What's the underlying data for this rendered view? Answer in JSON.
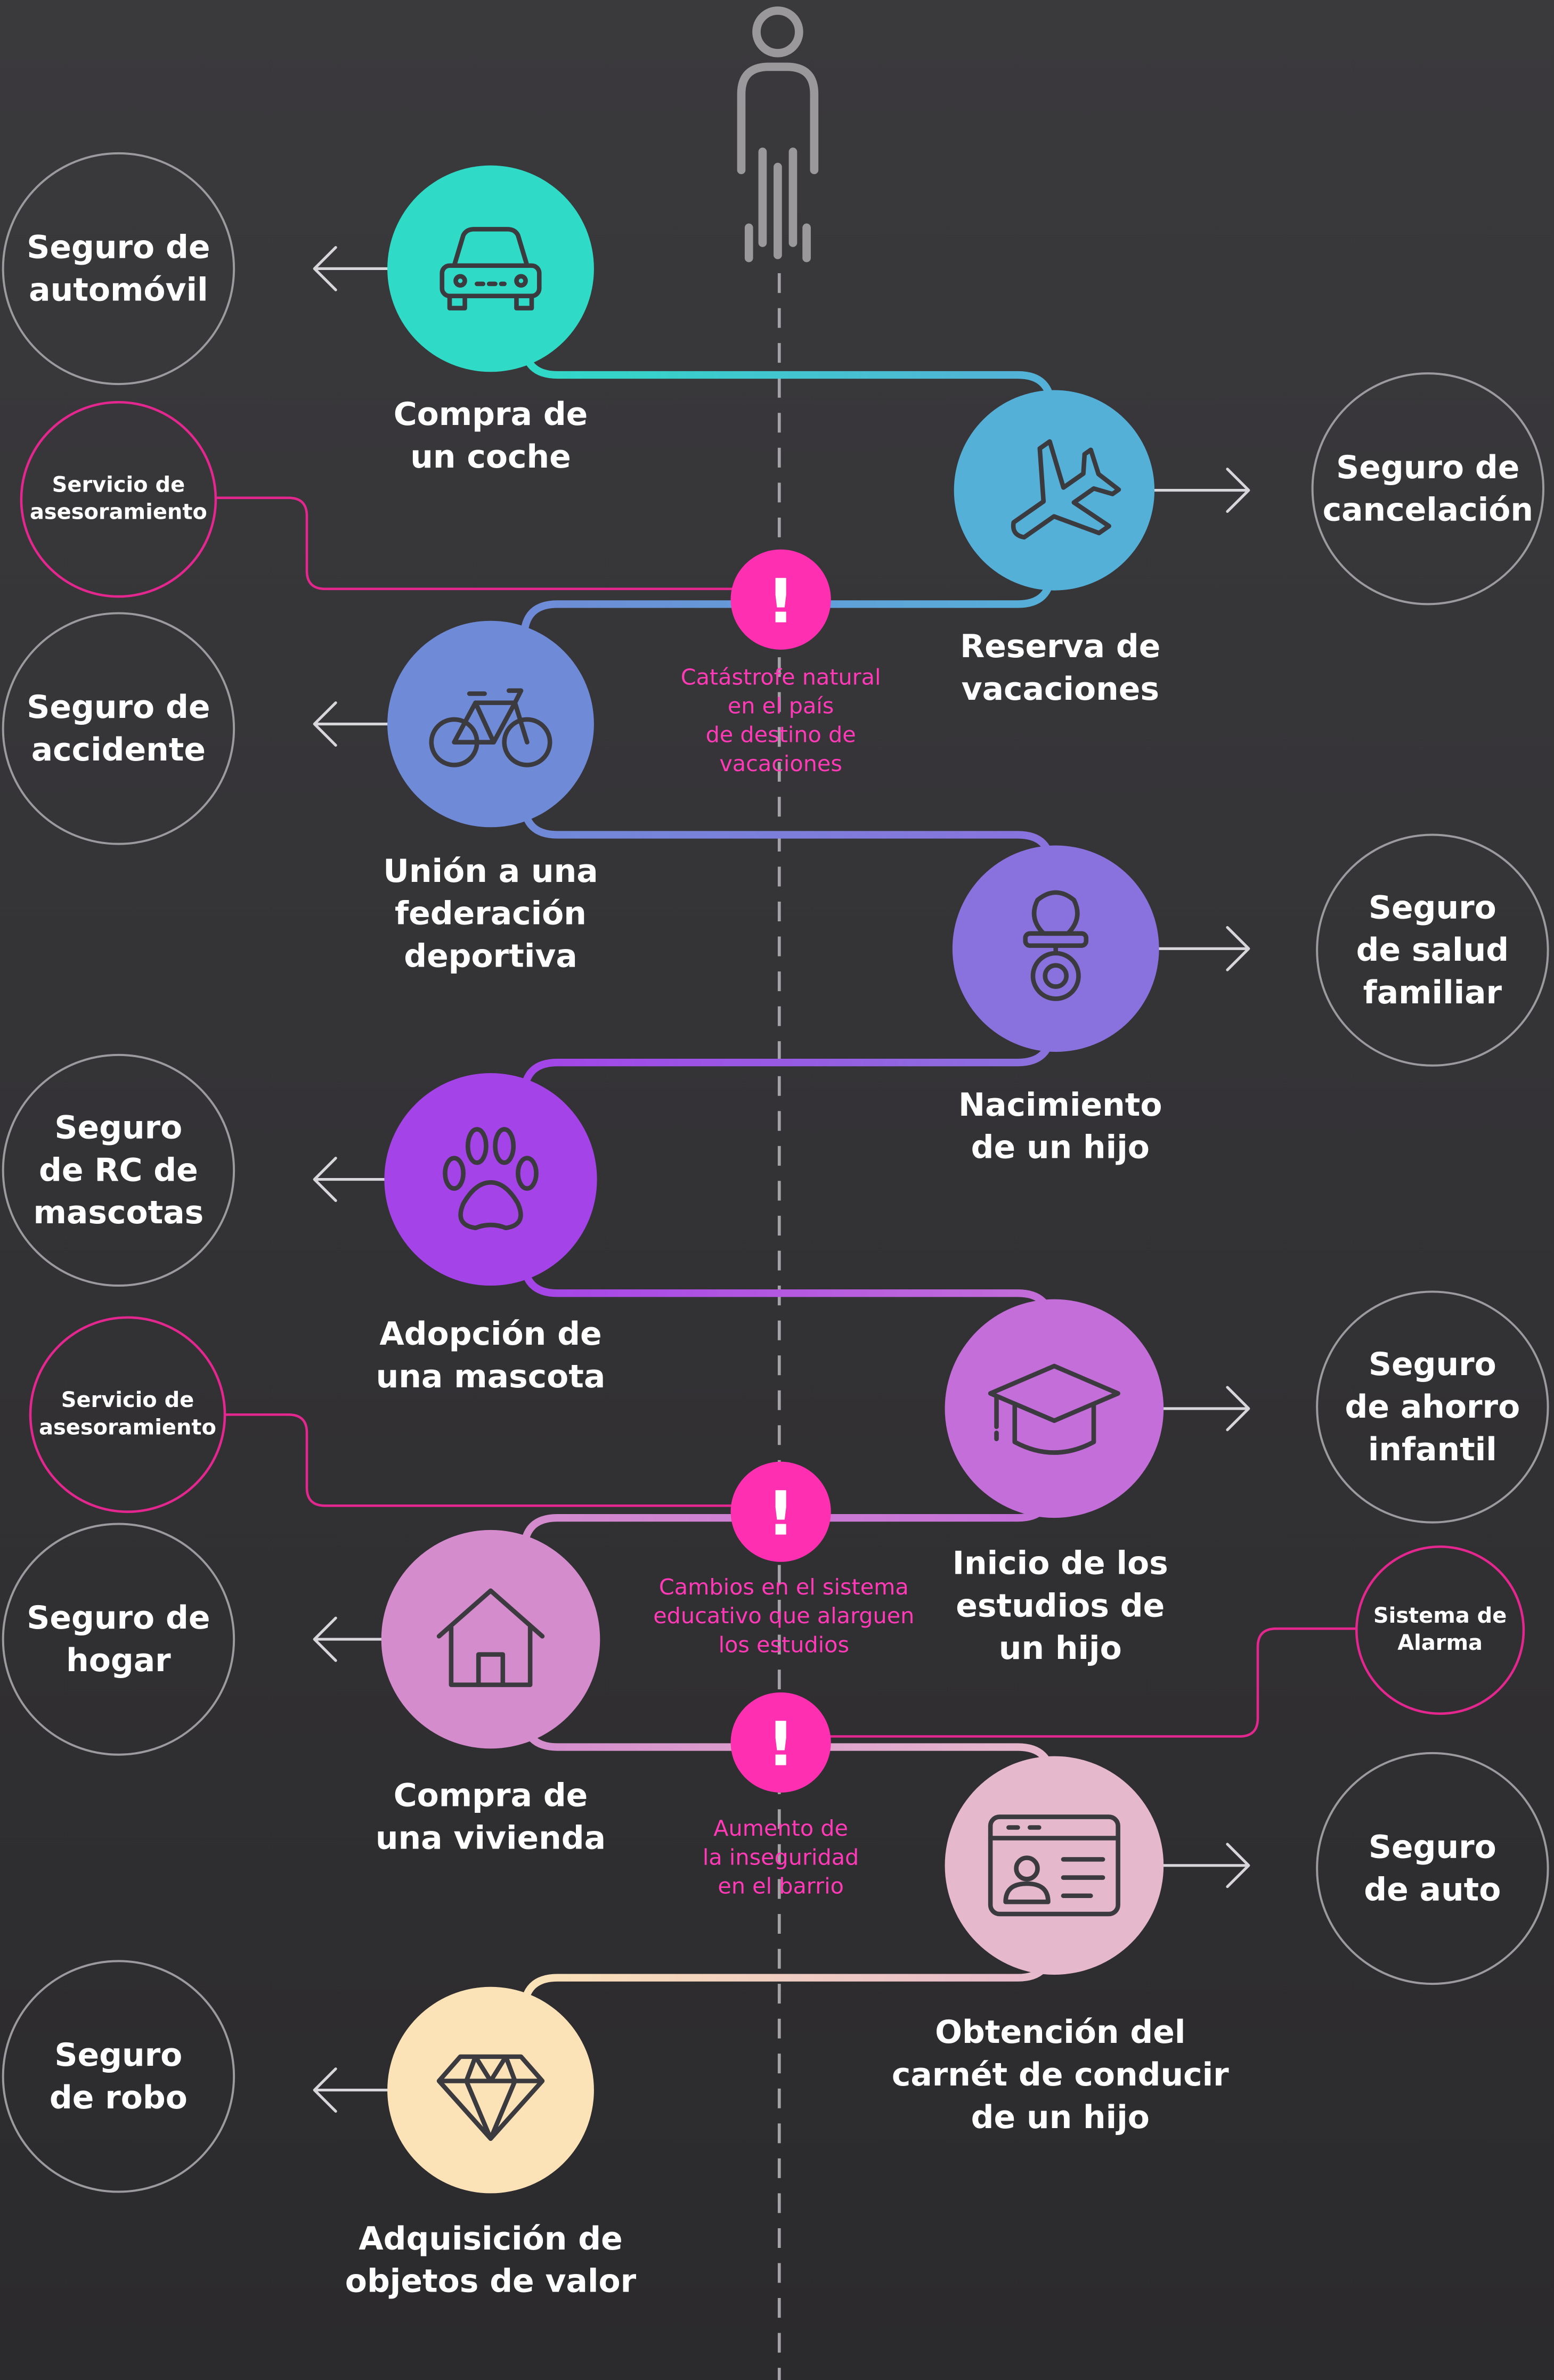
{
  "colors": {
    "background": "#323134",
    "outline": "#9c9a9e",
    "alert": "#ff2fb1",
    "service": "#e3278f"
  },
  "person_icon": "person-icon",
  "steps": [
    {
      "label": "Compra de\nun coche",
      "icon": "car-icon",
      "color": "#2fdac6",
      "side": "left",
      "insurance": "Seguro de\nautomóvil"
    },
    {
      "label": "Reserva de\nvacaciones",
      "icon": "airplane-icon",
      "color": "#55b0d8",
      "side": "right",
      "insurance": "Seguro de\ncancelación"
    },
    {
      "label": "Unión a una\nfederación\ndeportiva",
      "icon": "bicycle-icon",
      "color": "#6f8ad7",
      "side": "left",
      "insurance": "Seguro de\naccidente"
    },
    {
      "label": "Nacimiento\nde un hijo",
      "icon": "pacifier-icon",
      "color": "#8a72de",
      "side": "right",
      "insurance": "Seguro\nde salud\nfamiliar"
    },
    {
      "label": "Adopción de\nuna mascota",
      "icon": "paw-icon",
      "color": "#a444e8",
      "side": "left",
      "insurance": "Seguro\nde RC de\nmascotas"
    },
    {
      "label": "Inicio de los\nestudios de\nun hijo",
      "icon": "graduation-cap-icon",
      "color": "#c46ed9",
      "side": "right",
      "insurance": "Seguro\nde ahorro\ninfantil"
    },
    {
      "label": "Compra de\nuna vivienda",
      "icon": "house-icon",
      "color": "#d48ccd",
      "side": "left",
      "insurance": "Seguro de\nhogar"
    },
    {
      "label": "Obtención del\ncarnét de conducir\nde un hijo",
      "icon": "id-card-icon",
      "color": "#e6b8cc",
      "side": "right",
      "insurance": "Seguro\nde auto"
    },
    {
      "label": "Adquisición de\nobjetos de valor",
      "icon": "diamond-icon",
      "color": "#fbe3b7",
      "side": "left",
      "insurance": "Seguro\nde robo"
    }
  ],
  "alerts": [
    {
      "symbol": "!",
      "text": "Catástrofe natural\nen el país\nde destino de\nvacaciones"
    },
    {
      "symbol": "!",
      "text": "Cambios en el sistema\neducativo que alarguen\nlos estudios"
    },
    {
      "symbol": "!",
      "text": "Aumento de\nla inseguridad\nen el barrio"
    }
  ],
  "services": [
    {
      "label": "Servicio de\nasesoramiento"
    },
    {
      "label": "Servicio de\nasesoramiento"
    },
    {
      "label": "Sistema de\nAlarma"
    }
  ]
}
